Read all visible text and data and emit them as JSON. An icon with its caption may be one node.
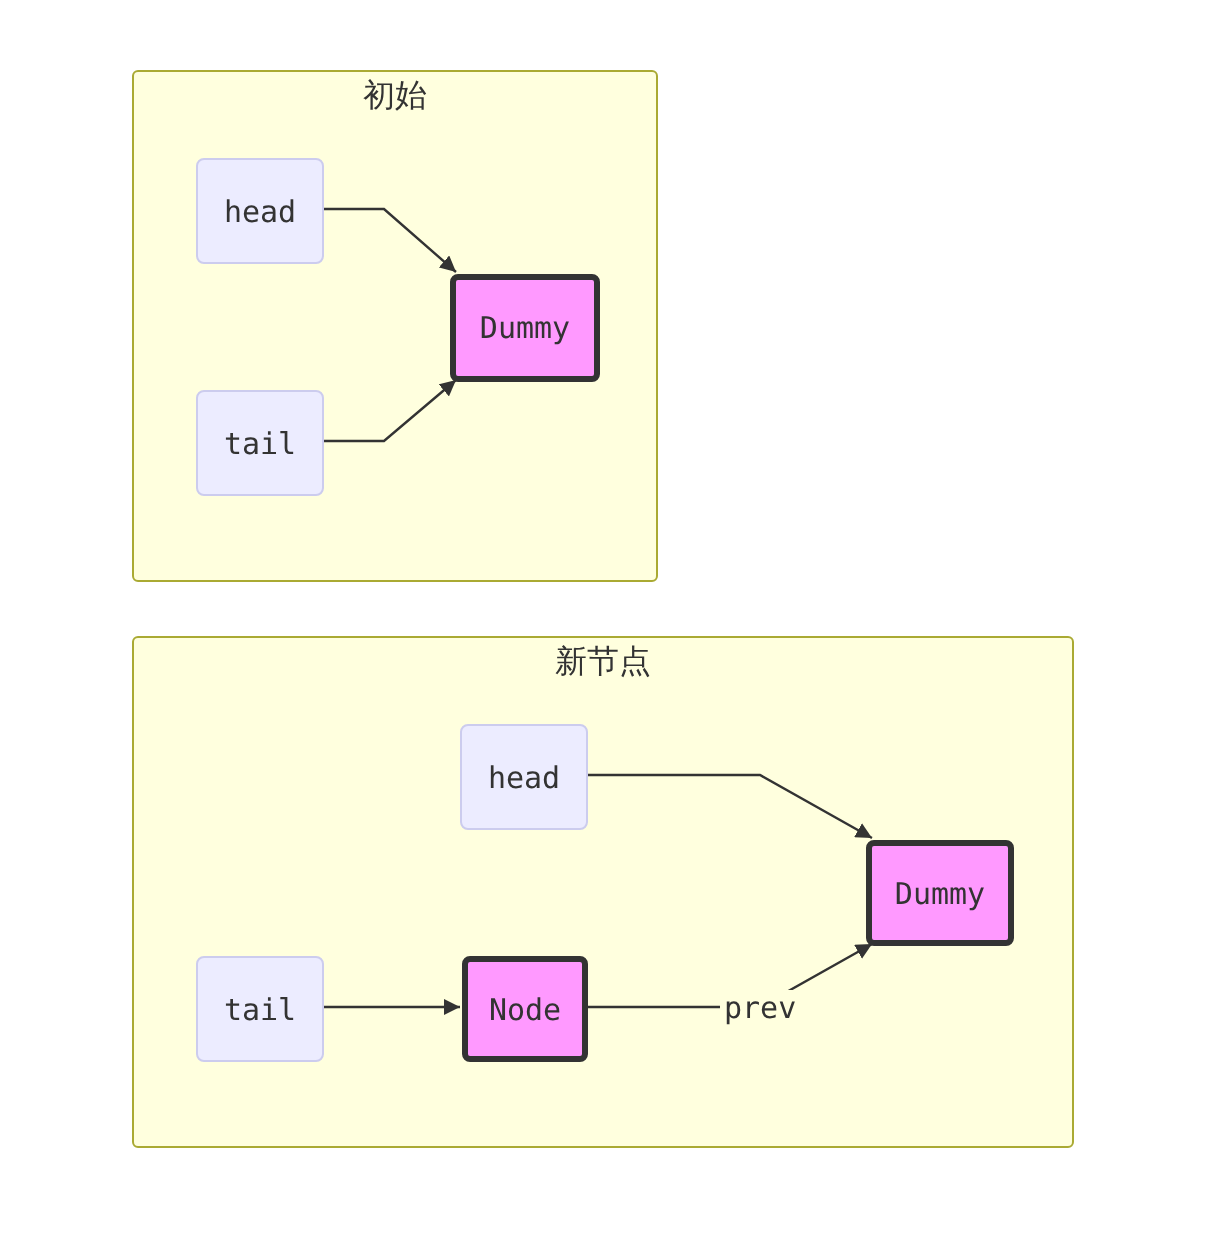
{
  "diagram": {
    "nodes": [
      {
        "text": [
          "初始"
        ]
      },
      {
        "text": [
          "head"
        ],
        "in": 0
      },
      {
        "text": [
          "tail"
        ],
        "in": 0
      },
      {
        "text": [
          "Dummy"
        ],
        "in": 0
      },
      {
        "text": [
          "新节点"
        ]
      },
      {
        "text": [
          "head"
        ],
        "in": 4
      },
      {
        "text": [
          "Dummy"
        ],
        "in": 4
      },
      {
        "text": [
          "tail"
        ],
        "in": 4
      },
      {
        "text": [
          "Node"
        ],
        "in": 4
      }
    ],
    "edges": [
      {
        "from": 1,
        "to": 3,
        "arrow": "to"
      },
      {
        "from": 2,
        "to": 3,
        "arrow": "to"
      },
      {
        "from": 5,
        "to": 6,
        "arrow": "to"
      },
      {
        "from": 7,
        "to": 8,
        "arrow": "to"
      },
      {
        "from": 8,
        "to": 6,
        "arrow": "to",
        "label": "prev"
      }
    ]
  }
}
